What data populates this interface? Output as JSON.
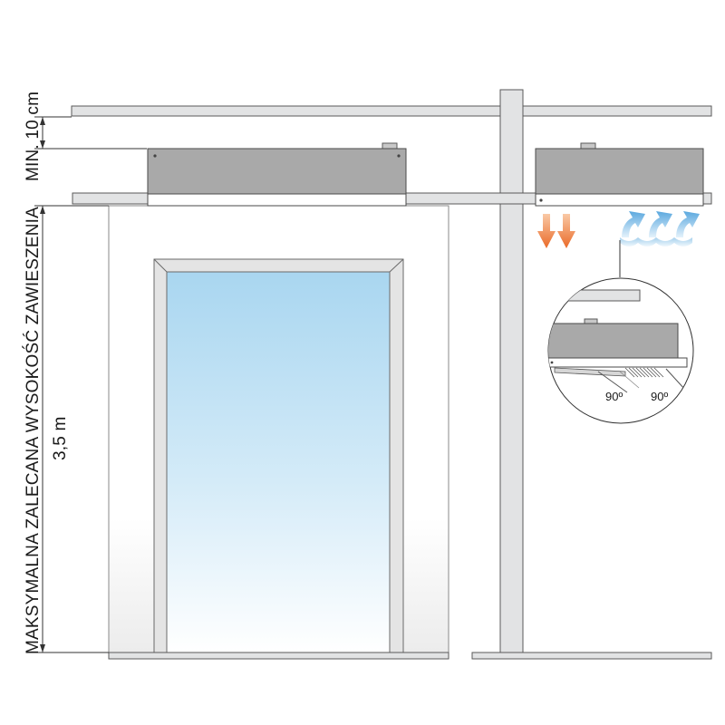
{
  "dimensions": {
    "min_clearance": "MIN. 10 cm",
    "max_height_caption": "MAKSYMALNA ZALECANA WYSOKOŚĆ ZAWIESZENIA",
    "max_height_value": "3,5 m"
  },
  "detail": {
    "angle_left": "90º",
    "angle_right": "90º"
  },
  "colors": {
    "structure_fill": "#e2e3e4",
    "structure_stroke": "#5a5a5a",
    "unit_body": "#a9a9a9",
    "glass_top": "#a9d6f0",
    "glass_bottom": "#ffffff",
    "warm_arrow": "#ee7b3c",
    "cool_arrow": "#6fb4e4"
  }
}
